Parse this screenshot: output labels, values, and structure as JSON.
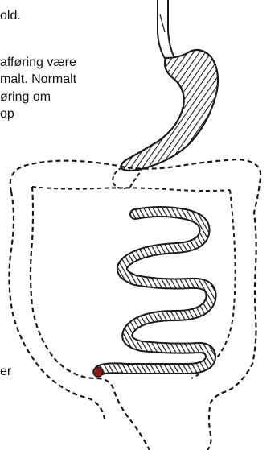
{
  "text_lines": [
    "old.",
    "afføring være",
    "malt. Normalt",
    "øring  om",
    "op",
    "er"
  ],
  "illustration": {
    "icon": "digestive-tract-illustration",
    "stroke_color": "#1a1a1a",
    "background": "#ffffff",
    "small_intestine_end_color": "#8b1a1a"
  }
}
